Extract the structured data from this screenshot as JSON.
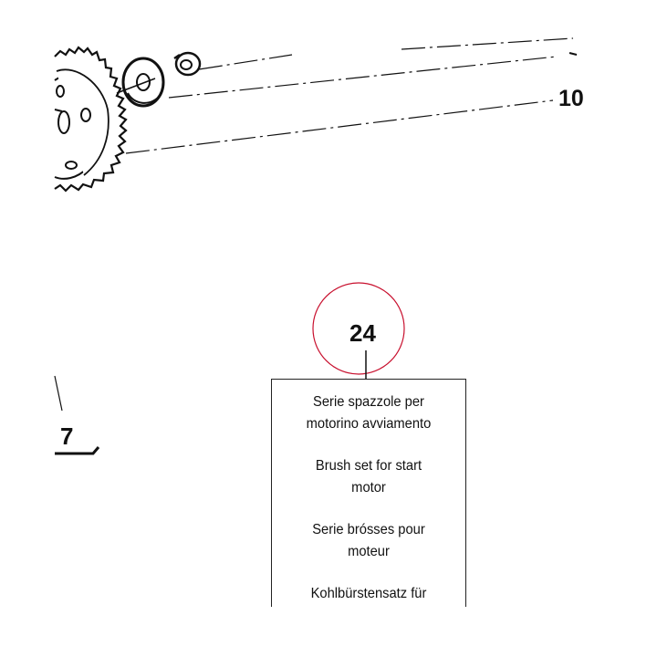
{
  "callouts": {
    "part_10": "10",
    "part_7": "7",
    "part_24": "24"
  },
  "description": {
    "italian": [
      "Serie spazzole per",
      "motorino avviamento"
    ],
    "english": [
      "Brush set for start",
      "motor"
    ],
    "french": [
      "Serie brósses pour",
      "moteur"
    ],
    "german": [
      "Kohlbürstensatz für"
    ]
  },
  "colors": {
    "line": "#111111",
    "highlight_circle": "#c8102e",
    "background": "#ffffff"
  },
  "icons": [
    "gear-icon",
    "washer-icon",
    "nut-icon"
  ]
}
